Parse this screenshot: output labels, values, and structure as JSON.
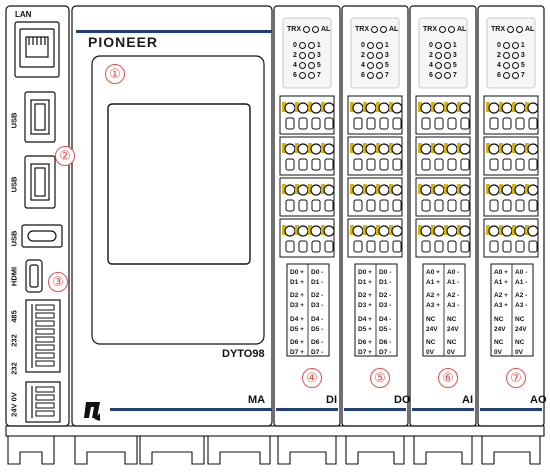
{
  "brand": "PIONEER",
  "model": "DYTO98",
  "port_labels": {
    "lan": "LAN",
    "usb1": "USB",
    "usb2": "USB",
    "usbc": "USB",
    "hdmi": "HDMI",
    "rs485": "485",
    "rs232a": "232",
    "rs232b": "232",
    "power": "24V 0V"
  },
  "module_labels": [
    "MA",
    "DI",
    "DO",
    "AI",
    "AO"
  ],
  "callouts": [
    "①",
    "②",
    "③",
    "④",
    "⑤",
    "⑥",
    "⑦"
  ],
  "status_header": {
    "left": "TRX",
    "right": "AL"
  },
  "led_rows": [
    [
      "0",
      "1"
    ],
    [
      "2",
      "3"
    ],
    [
      "4",
      "5"
    ],
    [
      "6",
      "7"
    ]
  ],
  "io_modules": [
    {
      "name": "DI",
      "left": [
        "D0 +",
        "D1 +",
        "D2 +",
        "D3 +",
        "D4 +",
        "D5 +",
        "D6 +",
        "D7 +"
      ],
      "right": [
        "D0 -",
        "D1 -",
        "D2 -",
        "D3 -",
        "D4 -",
        "D5 -",
        "D6 -",
        "D7 -"
      ]
    },
    {
      "name": "DO",
      "left": [
        "D0 +",
        "D1 +",
        "D2 +",
        "D3 +",
        "D4 +",
        "D5 +",
        "D6 +",
        "D7 +"
      ],
      "right": [
        "D0 -",
        "D1 -",
        "D2 -",
        "D3 -",
        "D4 -",
        "D5 -",
        "D6 -",
        "D7 -"
      ]
    },
    {
      "name": "AI",
      "left": [
        "A0 +",
        "A1 +",
        "A2 +",
        "A3 +",
        "NC",
        "24V",
        "NC",
        "0V"
      ],
      "right": [
        "A0 -",
        "A1 -",
        "A2 -",
        "A3 -",
        "NC",
        "24V",
        "NC",
        "0V"
      ]
    },
    {
      "name": "AO",
      "left": [
        "A0 +",
        "A1 +",
        "A2 +",
        "A3 +",
        "NC",
        "24V",
        "NC",
        "0V"
      ],
      "right": [
        "A0 -",
        "A1 -",
        "A2 -",
        "A3 -",
        "NC",
        "24V",
        "NC",
        "0V"
      ]
    }
  ],
  "colors": {
    "accent": "#1f3f7a",
    "callout": "#d9534f",
    "terminal": "#d9b400",
    "outline": "#111111"
  }
}
